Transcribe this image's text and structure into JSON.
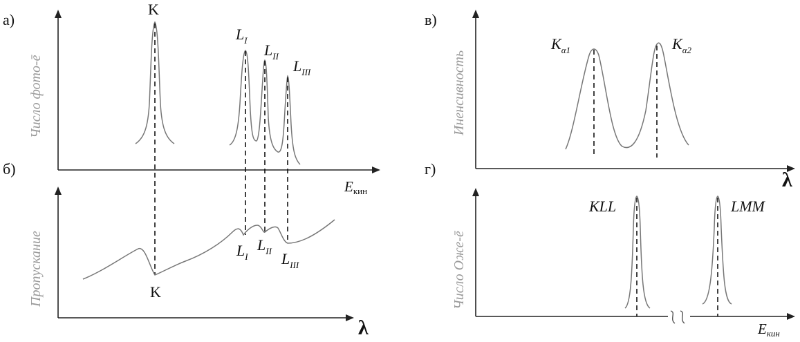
{
  "panels": {
    "a": {
      "label": "а)",
      "ylabel": "Число фото-ē",
      "peaks": [
        {
          "main": "K",
          "sub": ""
        },
        {
          "main": "L",
          "sub": "I"
        },
        {
          "main": "L",
          "sub": "II"
        },
        {
          "main": "L",
          "sub": "III"
        }
      ],
      "xlabel_main": "E",
      "xlabel_sub": "кин"
    },
    "b": {
      "label": "б)",
      "ylabel": "Пропускание",
      "edges": [
        {
          "main": "K",
          "sub": ""
        },
        {
          "main": "L",
          "sub": "I"
        },
        {
          "main": "L",
          "sub": "II"
        },
        {
          "main": "L",
          "sub": "III"
        }
      ],
      "xlabel": "λ"
    },
    "v": {
      "label": "в)",
      "ylabel": "Иненсивность",
      "peaks": [
        {
          "main": "K",
          "sub": "α1"
        },
        {
          "main": "K",
          "sub": "α2"
        }
      ],
      "xlabel": "λ"
    },
    "g": {
      "label": "г)",
      "ylabel": "Число Оже-ē",
      "peaks": [
        {
          "main": "KLL",
          "sub": ""
        },
        {
          "main": "LMM",
          "sub": ""
        }
      ],
      "xlabel_main": "E",
      "xlabel_sub": "кин"
    }
  },
  "colors": {
    "curve": "#777777",
    "axis": "#222222",
    "ylabel": "#9a9a9a"
  }
}
